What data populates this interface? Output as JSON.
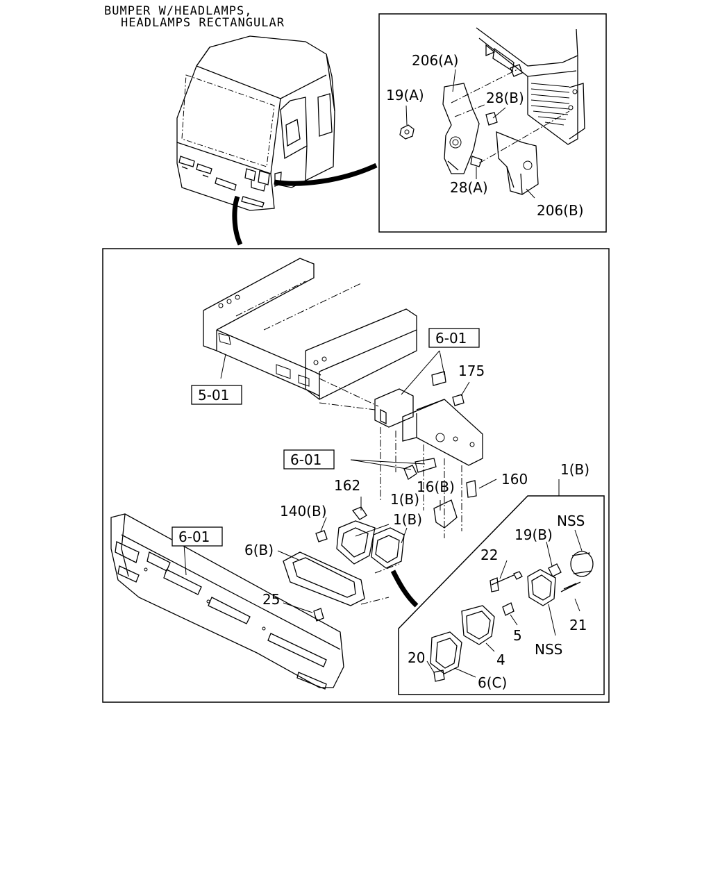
{
  "title": {
    "line1": "BUMPER W/HEADLAMPS,",
    "line2": "HEADLAMPS RECTANGULAR"
  },
  "detail_top": {
    "callouts": [
      "206(A)",
      "19(A)",
      "28(B)",
      "28(A)",
      "206(B)"
    ]
  },
  "main": {
    "callouts": {
      "ref_frame": "5-01",
      "ref_bracket": "6-01",
      "ref_bracket2": "6-01",
      "ref_bumper": "6-01",
      "c175": "175",
      "c162": "162",
      "c160": "160",
      "c16b": "16(B)",
      "c140b": "140(B)",
      "c1b_a": "1(B)",
      "c1b_b": "1(B)",
      "c1b_c": "1(B)",
      "c6b": "6(B)",
      "c25": "25"
    }
  },
  "detail_lamp": {
    "callouts": {
      "nss1": "NSS",
      "c19b": "19(B)",
      "c22": "22",
      "c21": "21",
      "c5": "5",
      "nss2": "NSS",
      "c4": "4",
      "c20": "20",
      "c6c": "6(C)"
    }
  }
}
